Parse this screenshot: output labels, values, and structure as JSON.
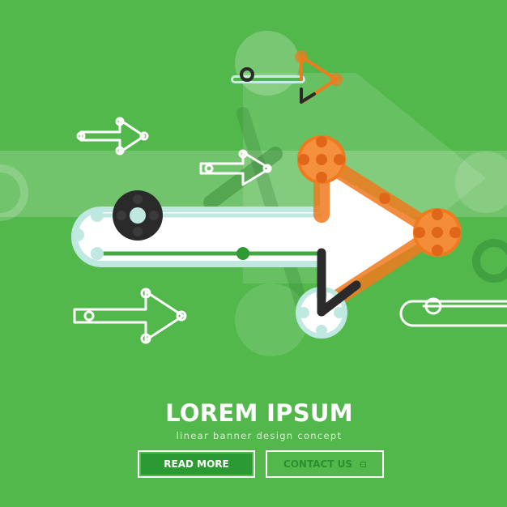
{
  "banner": {
    "title": "LOREM IPSUM",
    "subtitle": "linear banner design concept"
  },
  "buttons": {
    "read_more": "READ MORE",
    "contact_us": "CONTACT US"
  },
  "colors": {
    "background": "#53b84c",
    "orange": "#f07a1e",
    "dark": "#2a2a2a",
    "white": "#ffffff",
    "light_cyan": "#bfe8e0"
  },
  "icons": [
    "arrow-icon",
    "square-icon"
  ]
}
